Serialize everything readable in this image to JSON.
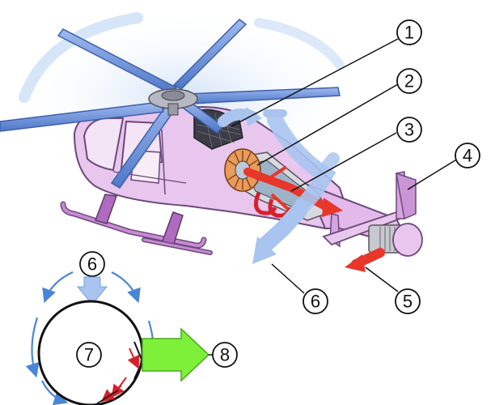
{
  "callouts": {
    "c1": "1",
    "c2": "2",
    "c3": "3",
    "c4": "4",
    "c5": "5",
    "c6": "6",
    "c6b": "6",
    "c7": "7",
    "c8": "8"
  },
  "colors": {
    "fuselage": "#e8c6ee",
    "fuselage_stroke": "#6a4a7a",
    "skid": "#b06ac0",
    "rotor_blade": "#6f93d8",
    "rotor_hub": "#9a9aa8",
    "airflow_light": "#a8c4ef",
    "airflow_line": "#4a86d8",
    "exhaust": "#e8362b",
    "engine_core": "#9fb3c8",
    "fan": "#e89b5a",
    "thrust_green": "#7ef03a"
  },
  "icons": {
    "fan": "notar-fan-icon",
    "thruster": "direct-jet-thruster-icon"
  }
}
